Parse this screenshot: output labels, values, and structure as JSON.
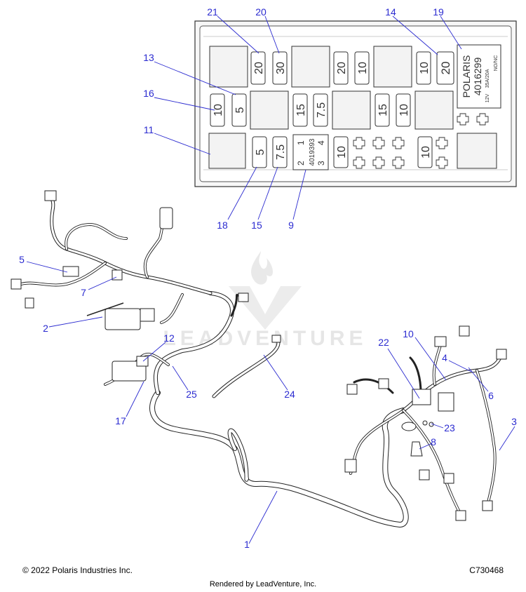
{
  "callouts": [
    "21",
    "20",
    "14",
    "19",
    "13",
    "16",
    "11",
    "18",
    "15",
    "9",
    "5",
    "7",
    "2",
    "12",
    "25",
    "24",
    "17",
    "22",
    "10",
    "4",
    "6",
    "23",
    "3",
    "8",
    "1"
  ],
  "fuse_box": {
    "fuses": [
      "20",
      "30",
      "20",
      "10",
      "10",
      "20",
      "10",
      "5",
      "15",
      "7.5",
      "15",
      "10",
      "5",
      "7.5",
      "10",
      "10"
    ],
    "relay_digits": [
      "2",
      "1",
      "3",
      "4"
    ],
    "relay_part_number": "4019393",
    "brand": "POLARIS",
    "fuse_box_part_number": "4016299",
    "rating_line_1": "12V",
    "rating_line_2": "35A/20A",
    "rating_line_3": "NO/NC"
  },
  "watermark": {
    "text": "LEADVENTURE"
  },
  "footer": {
    "copyright": "© 2022 Polaris Industries Inc.",
    "diagram_code": "C730468",
    "rendered_by": "Rendered by LeadVenture, Inc."
  },
  "colors": {
    "callout": "#2b2bd0",
    "line_art": "#222222",
    "watermark": "#e6e6e6"
  }
}
